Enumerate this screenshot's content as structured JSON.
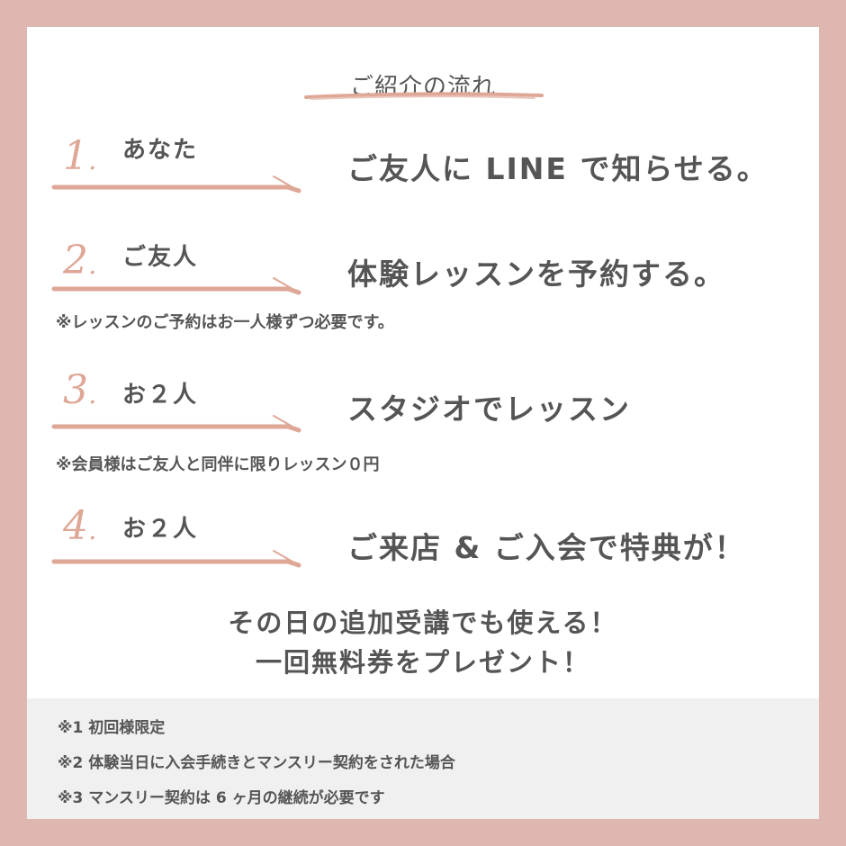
{
  "title": "ご紹介の流れ",
  "steps": [
    {
      "number": "1",
      "who": "あなた",
      "action": "ご友人に LINE で知らせる。",
      "note": ""
    },
    {
      "number": "2",
      "who": "ご友人",
      "action": "体験レッスンを予約する。",
      "note": "※レッスンのご予約はお一人様ずつ必要です。"
    },
    {
      "number": "3",
      "who": "お２人",
      "action": "スタジオでレッスン",
      "note": "※会員様はご友人と同伴に限りレッスン０円"
    },
    {
      "number": "4",
      "who": "お２人",
      "action": "ご来店 & ご入会で特典が！",
      "note": ""
    }
  ],
  "present": {
    "line1": "その日の追加受講でも使える！",
    "line2": "一回無料券をプレゼント！"
  },
  "footnotes": [
    "※1 初回様限定",
    "※2 体験当日に入会手続きとマンスリー契約をされた場合",
    "※3 マンスリー契約は 6 ヶ月の継続が必要です"
  ],
  "colors": {
    "background": "#dfb7b1",
    "card": "#ffffff",
    "accent": "#dea796",
    "text": "#555555",
    "footer": "#f0f0f0"
  }
}
